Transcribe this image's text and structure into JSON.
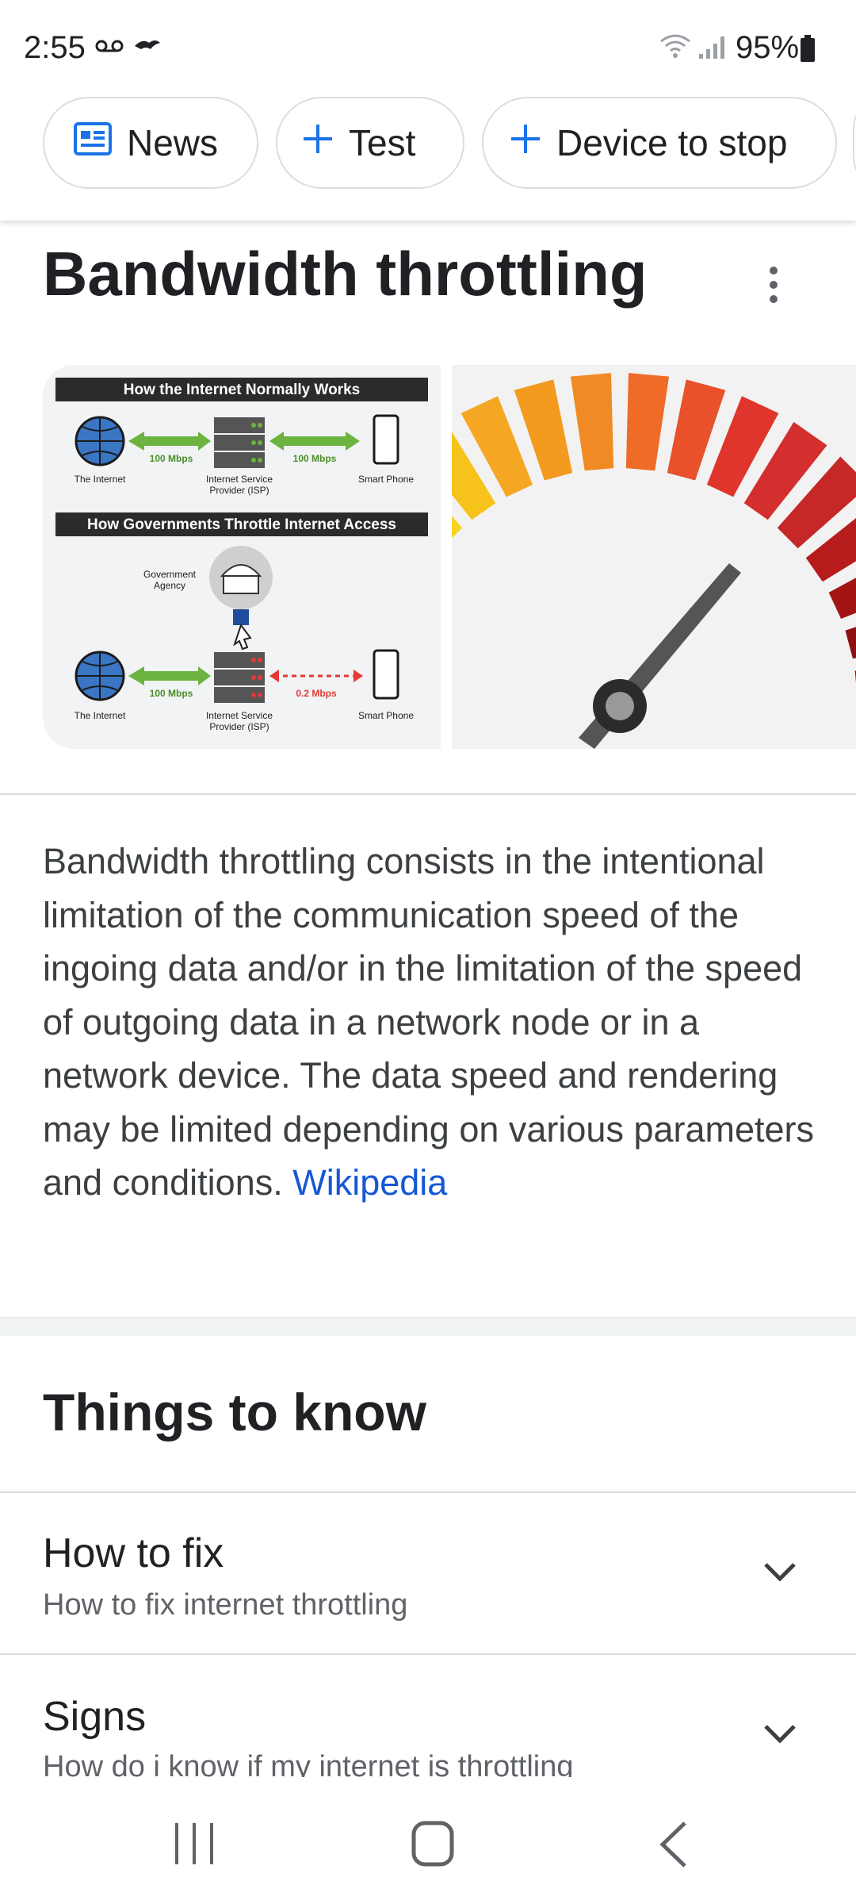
{
  "status_bar": {
    "time": "2:55",
    "battery_percent": "95%",
    "icons": [
      "voicemail-icon",
      "bird-icon",
      "wifi-icon",
      "signal-icon",
      "battery-icon"
    ]
  },
  "chips": [
    {
      "label": "News",
      "icon": "news-icon"
    },
    {
      "label": "Test",
      "icon": "plus-icon"
    },
    {
      "label": "Device to stop",
      "icon": "plus-icon"
    }
  ],
  "title": "Bandwidth throttling",
  "image1": {
    "header1": "How the Internet Normally Works",
    "header2": "How Governments Throttle Internet Access",
    "internet": "The Internet",
    "isp_line1": "Internet Service",
    "isp_line2": "Provider (ISP)",
    "phone": "Smart Phone",
    "speed": "100 Mbps",
    "slow_speed": "0.2 Mbps",
    "gov_line1": "Government",
    "gov_line2": "Agency"
  },
  "description": {
    "text": "Bandwidth throttling consists in the intentional limitation of the communication speed of the ingoing data and/or in the limitation of the speed of outgoing data in a network node or in a network device. The data speed and rendering may be limited depending on various parameters and conditions.",
    "source": "Wikipedia"
  },
  "things_to_know": {
    "heading": "Things to know",
    "items": [
      {
        "title": "How to fix",
        "subtitle": "How to fix internet throttling"
      },
      {
        "title": "Signs",
        "subtitle": "How do i know if my internet is throttling"
      }
    ]
  },
  "nav": [
    "recents-icon",
    "home-icon",
    "back-icon"
  ],
  "colors": {
    "accent_blue": "#1a73e8",
    "link_blue": "#1558d6",
    "green_arrow": "#6cb33f",
    "red_arrow": "#e53935"
  }
}
